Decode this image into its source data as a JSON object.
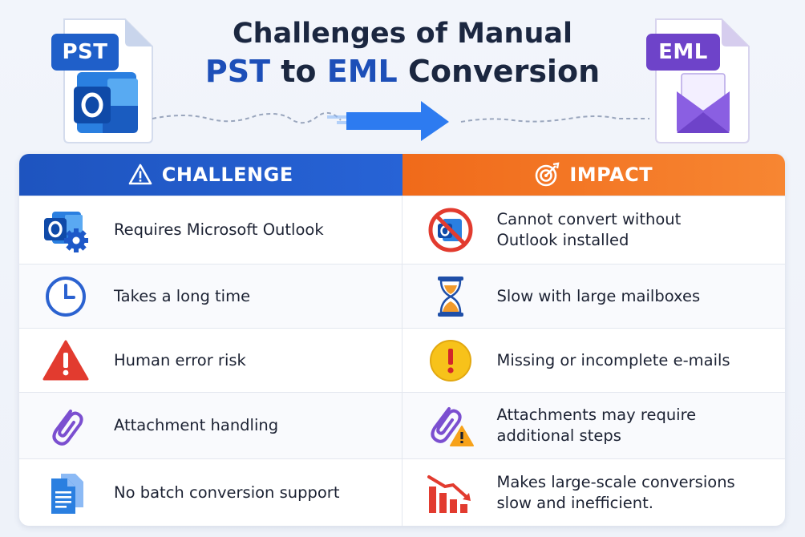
{
  "header": {
    "title_line1": "Challenges of Manual",
    "title_line2_part1": "PST",
    "title_line2_part2": "to",
    "title_line2_part3": "EML",
    "title_line2_part4": "Conversion",
    "source_badge": "PST",
    "target_badge": "EML"
  },
  "colors": {
    "challenge_header": "#1e54bf",
    "impact_header": "#f06a1a",
    "title_accent": "#1d4fb8",
    "pst_badge": "#1f5fc9",
    "eml_badge": "#6e43c9"
  },
  "table": {
    "headers": {
      "challenge": "CHALLENGE",
      "impact": "IMPACT"
    },
    "rows": [
      {
        "challenge": "Requires Microsoft Outlook",
        "challenge_icon": "outlook-gear-icon",
        "impact": "Cannot convert without\nOutlook installed",
        "impact_icon": "no-outlook-icon"
      },
      {
        "challenge": "Takes a long time",
        "challenge_icon": "clock-icon",
        "impact": "Slow with large mailboxes",
        "impact_icon": "hourglass-icon"
      },
      {
        "challenge": "Human error risk",
        "challenge_icon": "warning-triangle-icon",
        "impact": "Missing or incomplete e-mails",
        "impact_icon": "exclamation-circle-icon"
      },
      {
        "challenge": "Attachment handling",
        "challenge_icon": "paperclip-icon",
        "impact": "Attachments may require\nadditional steps",
        "impact_icon": "paperclip-warning-icon"
      },
      {
        "challenge": "No batch conversion support",
        "challenge_icon": "documents-icon",
        "impact": "Makes large-scale conversions\nslow and inefficient.",
        "impact_icon": "declining-bars-icon"
      }
    ]
  }
}
